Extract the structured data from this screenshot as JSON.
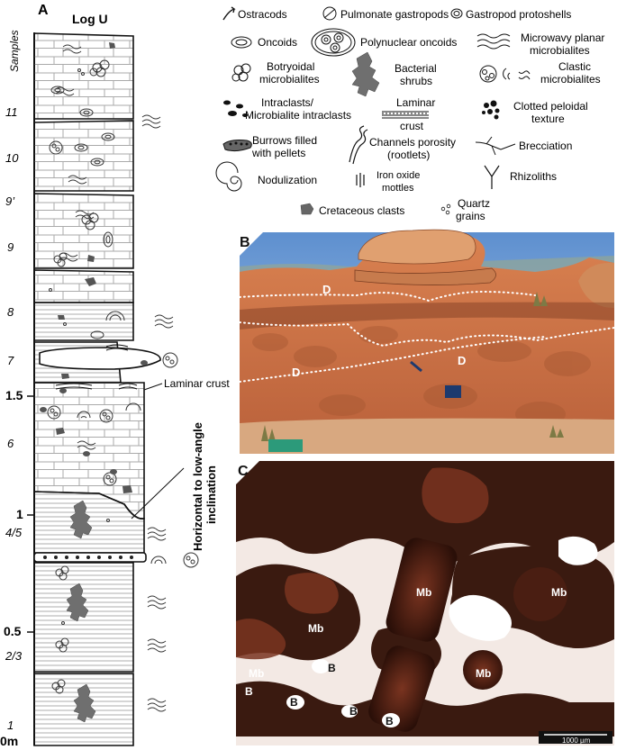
{
  "panels": {
    "a": "A",
    "b": "B",
    "c": "C"
  },
  "log_title": "Log U",
  "samples_label": "Samples",
  "samples": [
    {
      "label": "11"
    },
    {
      "label": "10"
    },
    {
      "label": "9’"
    },
    {
      "label": "9"
    },
    {
      "label": "8"
    },
    {
      "label": "7"
    },
    {
      "label": "6"
    },
    {
      "label": "4/5"
    },
    {
      "label": "2/3"
    },
    {
      "label": "1"
    }
  ],
  "depth_scale": [
    {
      "label": "1.5"
    },
    {
      "label": "1"
    },
    {
      "label": "0.5"
    },
    {
      "label": "0m"
    }
  ],
  "annotations": {
    "laminar_crust": "Laminar crust",
    "inclination_line1": "Horizontal to low-angle",
    "inclination_line2": "inclination"
  },
  "legend": [
    {
      "icon": "ostracod-icon",
      "label": [
        "Ostracods"
      ]
    },
    {
      "icon": "pulmonate-gastropod-icon",
      "label": [
        "Pulmonate gastropods"
      ]
    },
    {
      "icon": "gastropod-protoshell-icon",
      "label": [
        "Gastropod protoshells"
      ]
    },
    {
      "icon": "oncoid-icon",
      "label": [
        "Oncoids"
      ]
    },
    {
      "icon": "polynuclear-oncoid-icon",
      "label": [
        "Polynuclear oncoids"
      ]
    },
    {
      "icon": "microwavy-microbialite-icon",
      "label": [
        "Microwavy planar",
        "microbialites"
      ]
    },
    {
      "icon": "botryoidal-microbialite-icon",
      "label": [
        "Botryoidal",
        "microbialites"
      ]
    },
    {
      "icon": "bacterial-shrub-icon",
      "label": [
        "Bacterial",
        "shrubs"
      ]
    },
    {
      "icon": "clastic-microbialite-icon",
      "label": [
        "Clastic",
        "microbialites"
      ]
    },
    {
      "icon": "intraclast-icon",
      "label": [
        "Intraclasts/",
        "Microbialite intraclasts"
      ]
    },
    {
      "icon": "laminar-crust-icon",
      "label": [
        "Laminar",
        "crust"
      ]
    },
    {
      "icon": "clotted-peloidal-icon",
      "label": [
        "Clotted peloidal",
        "texture"
      ]
    },
    {
      "icon": "burrow-pellets-icon",
      "label": [
        "Burrows filled",
        "with pellets"
      ]
    },
    {
      "icon": "channel-porosity-icon",
      "label": [
        "Channels porosity",
        "(rootlets)"
      ]
    },
    {
      "icon": "brecciation-icon",
      "label": [
        "Brecciation"
      ]
    },
    {
      "icon": "nodulization-icon",
      "label": [
        "Nodulization"
      ]
    },
    {
      "icon": "iron-oxide-icon",
      "label": [
        "Iron oxide",
        "mottles"
      ]
    },
    {
      "icon": "rhizolith-icon",
      "label": [
        "Rhizoliths"
      ]
    },
    {
      "icon": "cretaceous-clast-icon",
      "label": [
        "Cretaceous clasts"
      ]
    },
    {
      "icon": "quartz-grain-icon",
      "label": [
        "Quartz",
        "grains"
      ]
    }
  ],
  "photo_b": {
    "labels": [
      "D",
      "D",
      "D"
    ]
  },
  "photo_c": {
    "labels": [
      "Mb",
      "Mb",
      "Mb",
      "Mb",
      "Mb",
      "B",
      "B",
      "B",
      "B"
    ],
    "scale_bar": "1000 µm"
  },
  "colors": {
    "limestone": "#ffffff",
    "shrub": "#6f6f6f",
    "sky": "#6f9bd0",
    "outcrop": "#c9703f",
    "thin_section_dark": "#3a1a10",
    "thin_section_light": "#f3e9e4"
  }
}
